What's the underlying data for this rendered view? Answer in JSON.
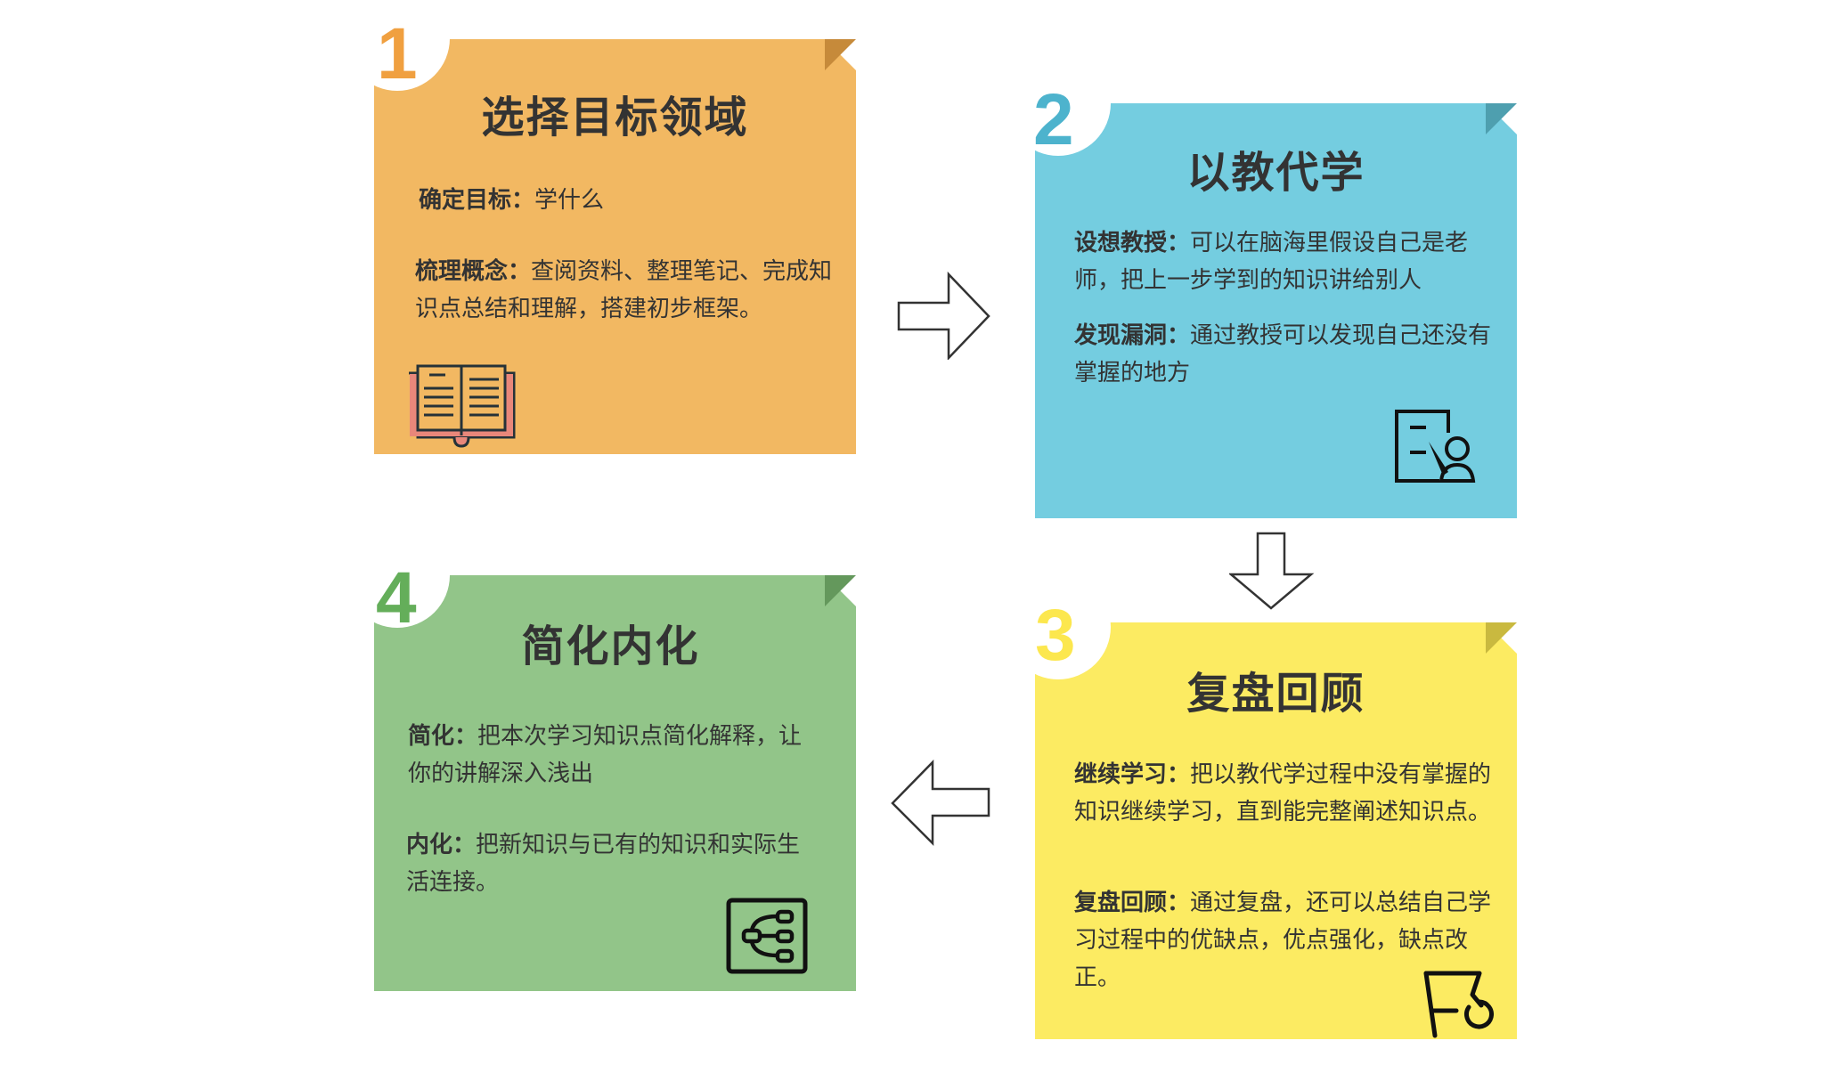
{
  "steps": [
    {
      "number": "1",
      "title": "选择目标领域",
      "color": "#F2B862",
      "fold_color": "#C68A3A",
      "number_color": "#F0A040",
      "icon": "open-book-icon",
      "paragraphs": [
        {
          "label": "确定目标：",
          "text": "学什么"
        },
        {
          "label": "梳理概念：",
          "text": "查阅资料、整理笔记、完成知识点总结和理解，搭建初步框架。"
        }
      ]
    },
    {
      "number": "2",
      "title": "以教代学",
      "color": "#74CDE0",
      "fold_color": "#4E9FAF",
      "number_color": "#4DB3CD",
      "icon": "teacher-board-icon",
      "paragraphs": [
        {
          "label": "设想教授：",
          "text": "可以在脑海里假设自己是老师，把上一步学到的知识讲给别人"
        },
        {
          "label": "发现漏洞：",
          "text": "通过教授可以发现自己还没有掌握的地方"
        }
      ]
    },
    {
      "number": "3",
      "title": "复盘回顾",
      "color": "#FCEB62",
      "fold_color": "#C9B93F",
      "number_color": "#FCE74E",
      "icon": "flag-refresh-icon",
      "paragraphs": [
        {
          "label": "继续学习：",
          "text": "把以教代学过程中没有掌握的知识继续学习，直到能完整阐述知识点。"
        },
        {
          "label": "复盘回顾：",
          "text": "通过复盘，还可以总结自己学习过程中的优缺点，优点强化，缺点改正。"
        }
      ]
    },
    {
      "number": "4",
      "title": "简化内化",
      "color": "#92C589",
      "fold_color": "#64985C",
      "number_color": "#64AE5A",
      "icon": "hierarchy-tree-icon",
      "paragraphs": [
        {
          "label": "简化：",
          "text": "把本次学习知识点简化解释，让你的讲解深入浅出"
        },
        {
          "label": "内化：",
          "text": "把新知识与已有的知识和实际生活连接。"
        }
      ]
    }
  ],
  "arrows": [
    {
      "name": "arrow-right-1-to-2",
      "direction": "right"
    },
    {
      "name": "arrow-down-2-to-3",
      "direction": "down"
    },
    {
      "name": "arrow-left-3-to-4",
      "direction": "left"
    }
  ]
}
